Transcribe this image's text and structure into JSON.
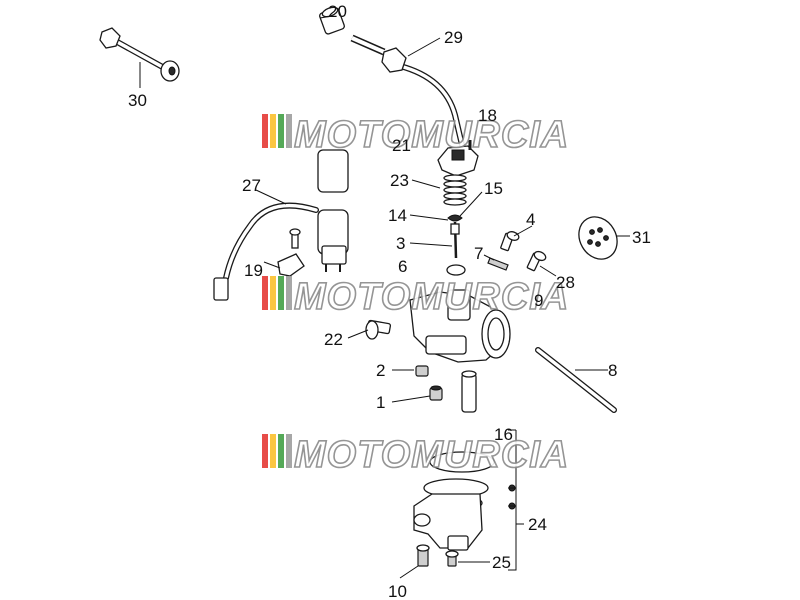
{
  "watermark": {
    "text": "MOTOMURCIA",
    "stripe_colors": [
      "#e53935",
      "#fbc02d",
      "#43a047",
      "#9e9e9e"
    ]
  },
  "callouts": {
    "n1": "1",
    "n2": "2",
    "n3": "3",
    "n4": "4",
    "n6": "6",
    "n7": "7",
    "n8": "8",
    "n9": "9",
    "n10": "10",
    "n14": "14",
    "n15": "15",
    "n16": "16",
    "n18": "18",
    "n19": "19",
    "n20": "20",
    "n21": "21",
    "n22": "22",
    "n23": "23",
    "n24": "24",
    "n25": "25",
    "n27": "27",
    "n28": "28",
    "n29": "29",
    "n30": "30",
    "n31": "31"
  }
}
